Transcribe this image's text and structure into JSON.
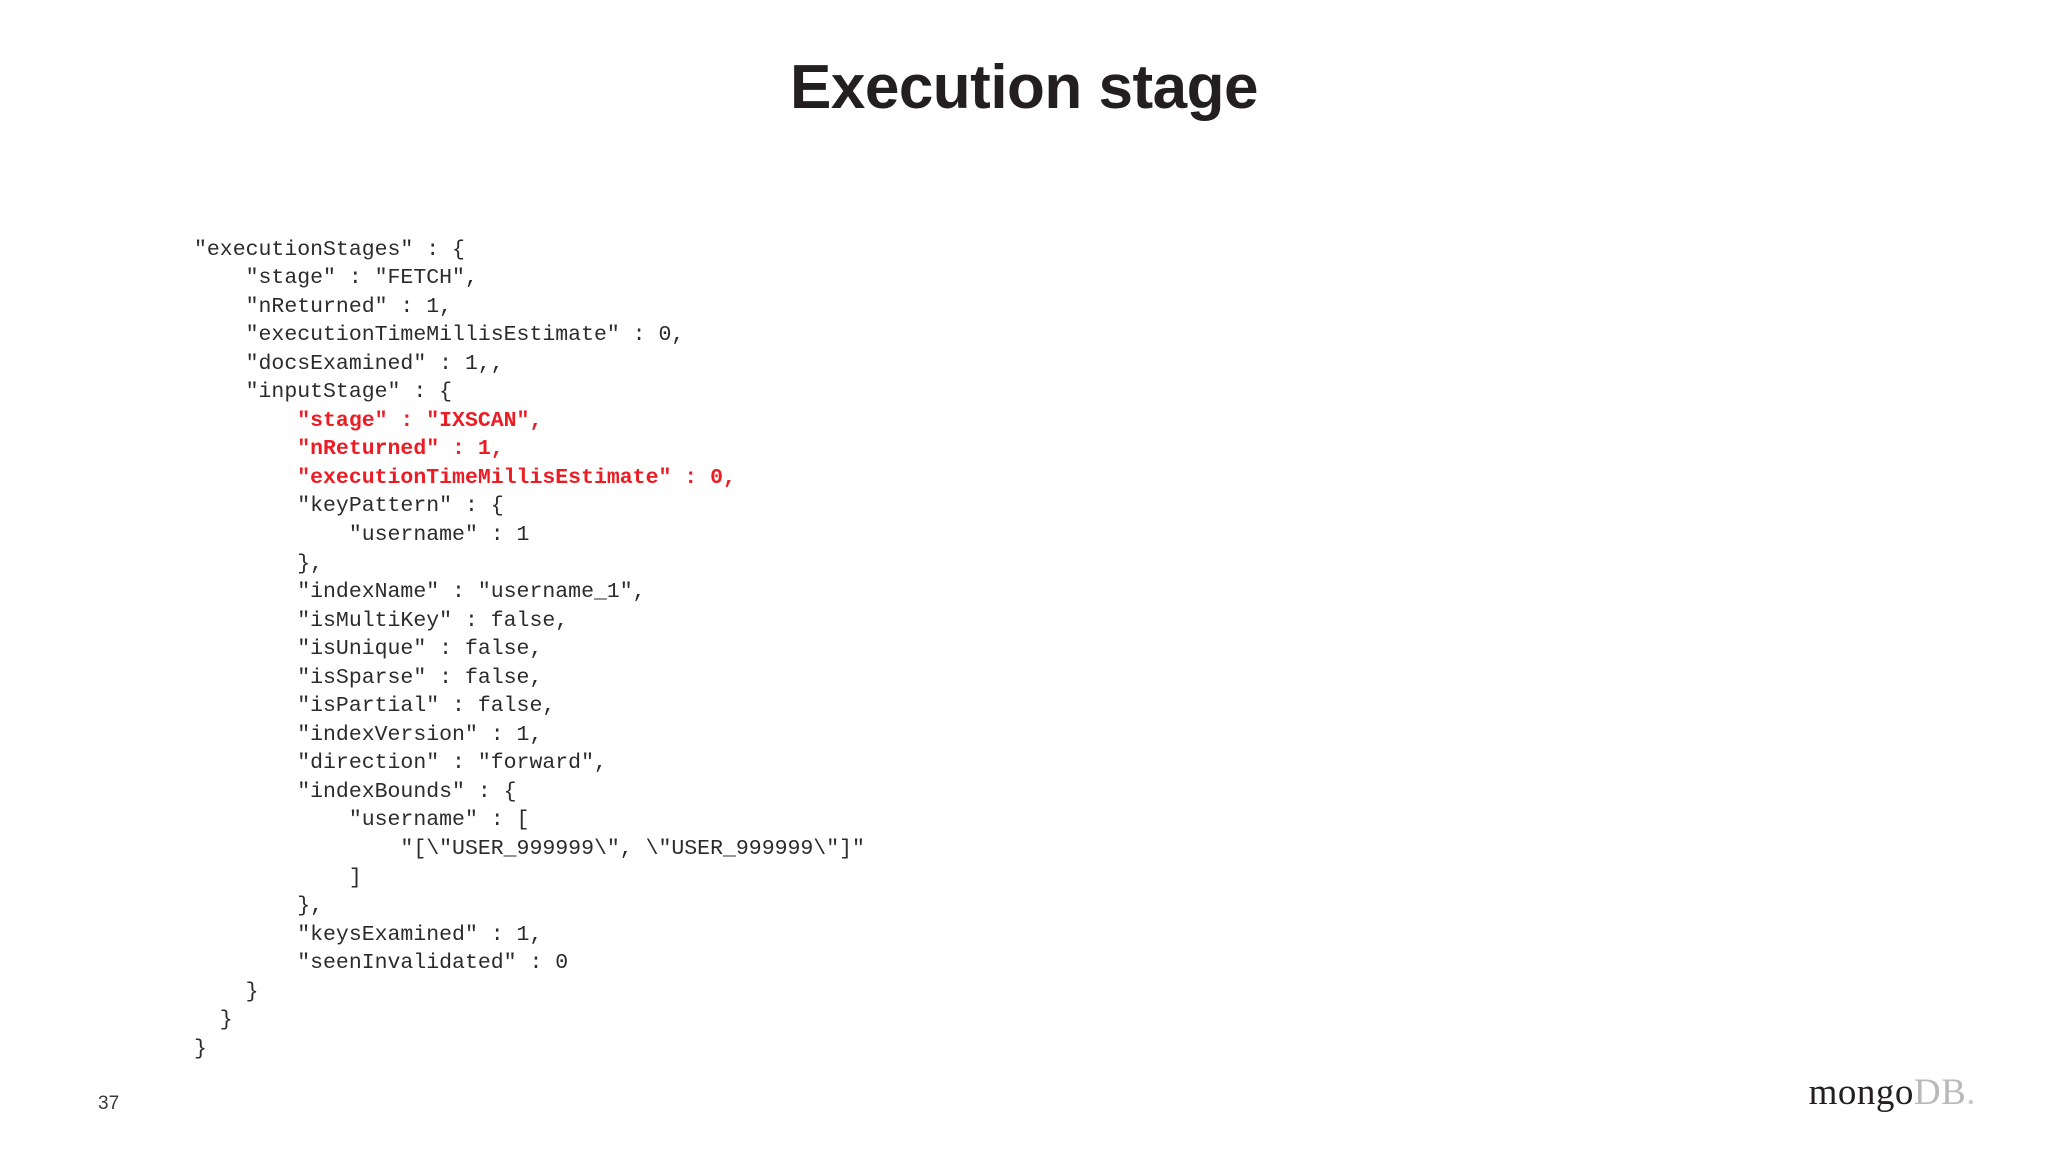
{
  "slide": {
    "title": "Execution stage",
    "page_number": "37",
    "accent_color": "#ec1c24",
    "text_color": "#2b2b2b",
    "background_color": "#ffffff"
  },
  "brand": {
    "name_dark": "mongo",
    "name_light": "DB",
    "dot": "."
  },
  "code": {
    "language": "json",
    "lines": [
      {
        "text": "\"executionStages\" : {",
        "highlight": false
      },
      {
        "text": "    \"stage\" : \"FETCH\",",
        "highlight": false
      },
      {
        "text": "    \"nReturned\" : 1,",
        "highlight": false
      },
      {
        "text": "    \"executionTimeMillisEstimate\" : 0,",
        "highlight": false
      },
      {
        "text": "    \"docsExamined\" : 1,,",
        "highlight": false
      },
      {
        "text": "    \"inputStage\" : {",
        "highlight": false
      },
      {
        "text": "        \"stage\" : \"IXSCAN\",",
        "highlight": true
      },
      {
        "text": "        \"nReturned\" : 1,",
        "highlight": true
      },
      {
        "text": "        \"executionTimeMillisEstimate\" : 0,",
        "highlight": true
      },
      {
        "text": "        \"keyPattern\" : {",
        "highlight": false
      },
      {
        "text": "            \"username\" : 1",
        "highlight": false
      },
      {
        "text": "        },",
        "highlight": false
      },
      {
        "text": "        \"indexName\" : \"username_1\",",
        "highlight": false
      },
      {
        "text": "        \"isMultiKey\" : false,",
        "highlight": false
      },
      {
        "text": "        \"isUnique\" : false,",
        "highlight": false
      },
      {
        "text": "        \"isSparse\" : false,",
        "highlight": false
      },
      {
        "text": "        \"isPartial\" : false,",
        "highlight": false
      },
      {
        "text": "        \"indexVersion\" : 1,",
        "highlight": false
      },
      {
        "text": "        \"direction\" : \"forward\",",
        "highlight": false
      },
      {
        "text": "        \"indexBounds\" : {",
        "highlight": false
      },
      {
        "text": "            \"username\" : [",
        "highlight": false
      },
      {
        "text": "                \"[\\\"USER_999999\\\", \\\"USER_999999\\\"]\"",
        "highlight": false
      },
      {
        "text": "            ]",
        "highlight": false
      },
      {
        "text": "        },",
        "highlight": false
      },
      {
        "text": "        \"keysExamined\" : 1,",
        "highlight": false
      },
      {
        "text": "        \"seenInvalidated\" : 0",
        "highlight": false
      },
      {
        "text": "    }",
        "highlight": false
      },
      {
        "text": "  }",
        "highlight": false
      },
      {
        "text": "}",
        "highlight": false
      }
    ]
  }
}
